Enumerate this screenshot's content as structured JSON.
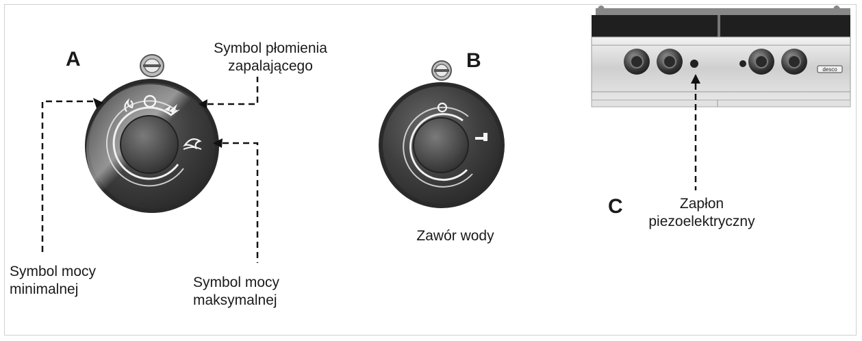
{
  "panel_a": {
    "letter": "A",
    "pilot_flame_label": [
      "Symbol płomienia",
      "zapalającego"
    ],
    "min_power_label": [
      "Symbol mocy",
      "minimalnej"
    ],
    "max_power_label": [
      "Symbol mocy",
      "maksymalnej"
    ]
  },
  "panel_b": {
    "letter": "B",
    "label": "Zawór wody"
  },
  "panel_c": {
    "letter": "C",
    "label": [
      "Zapłon",
      "piezoelektryczny"
    ],
    "brand_badge": "desco"
  },
  "colors": {
    "knob_dark": "#3a3a3a",
    "knob_ring": "#555555",
    "steel": "#d8d8d8",
    "arrow": "#111111"
  }
}
